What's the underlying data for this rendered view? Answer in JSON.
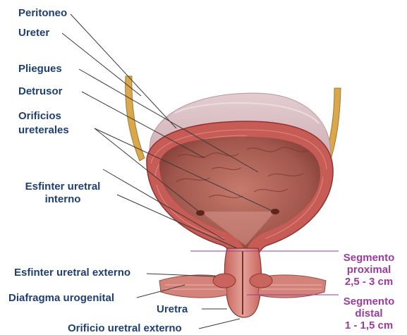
{
  "labels": {
    "peritoneo": "Peritoneo",
    "ureter": "Ureter",
    "pliegues": "Pliegues",
    "detrusor": "Detrusor",
    "orificios": "Orificios",
    "ureterales": "ureterales",
    "esfinter_interno_1": "Esfinter uretral",
    "esfinter_interno_2": "interno",
    "esfinter_externo": "Esfinter uretral externo",
    "diafragma": "Diafragma urogenital",
    "uretra": "Uretra",
    "orificio_externo": "Orificio uretral externo"
  },
  "segments": {
    "proximal_1": "Segmento",
    "proximal_2": "proximal",
    "proximal_3": "2,5 - 3 cm",
    "distal_1": "Segmento",
    "distal_2": "distal",
    "distal_3": "1 - 1,5 cm"
  },
  "colors": {
    "label": "#1f3f73",
    "segment": "#9b3b9e",
    "peritoneum": "#d6b9bd",
    "muscle": "#c95a55",
    "lumen": "#a3564b",
    "ureter": "#d4a04a"
  }
}
